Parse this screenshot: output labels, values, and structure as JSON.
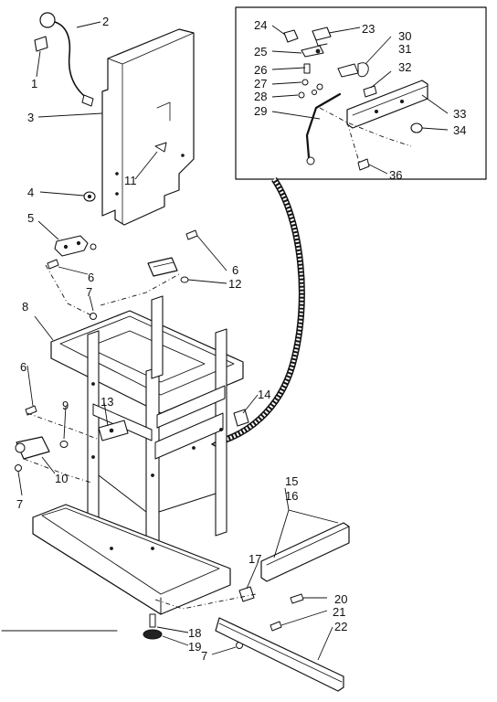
{
  "diagram": {
    "parts": [
      {
        "id": "p1",
        "label": "1"
      },
      {
        "id": "p2",
        "label": "2"
      },
      {
        "id": "p3",
        "label": "3"
      },
      {
        "id": "p4",
        "label": "4"
      },
      {
        "id": "p5",
        "label": "5"
      },
      {
        "id": "p6a",
        "label": "6"
      },
      {
        "id": "p6b",
        "label": "6"
      },
      {
        "id": "p6c",
        "label": "6"
      },
      {
        "id": "p7a",
        "label": "7"
      },
      {
        "id": "p7b",
        "label": "7"
      },
      {
        "id": "p7c",
        "label": "7"
      },
      {
        "id": "p8",
        "label": "8"
      },
      {
        "id": "p9",
        "label": "9"
      },
      {
        "id": "p10",
        "label": "10"
      },
      {
        "id": "p11",
        "label": "11"
      },
      {
        "id": "p12",
        "label": "12"
      },
      {
        "id": "p13",
        "label": "13"
      },
      {
        "id": "p14",
        "label": "14"
      },
      {
        "id": "p15",
        "label": "15"
      },
      {
        "id": "p16",
        "label": "16"
      },
      {
        "id": "p17",
        "label": "17"
      },
      {
        "id": "p18",
        "label": "18"
      },
      {
        "id": "p19",
        "label": "19"
      },
      {
        "id": "p20",
        "label": "20"
      },
      {
        "id": "p21",
        "label": "21"
      },
      {
        "id": "p22",
        "label": "22"
      },
      {
        "id": "p23",
        "label": "23"
      },
      {
        "id": "p24",
        "label": "24"
      },
      {
        "id": "p25",
        "label": "25"
      },
      {
        "id": "p26",
        "label": "26"
      },
      {
        "id": "p27",
        "label": "27"
      },
      {
        "id": "p28",
        "label": "28"
      },
      {
        "id": "p29",
        "label": "29"
      },
      {
        "id": "p30",
        "label": "30"
      },
      {
        "id": "p31",
        "label": "31"
      },
      {
        "id": "p32",
        "label": "32"
      },
      {
        "id": "p33",
        "label": "33"
      },
      {
        "id": "p34",
        "label": "34"
      },
      {
        "id": "p36",
        "label": "36"
      }
    ]
  }
}
